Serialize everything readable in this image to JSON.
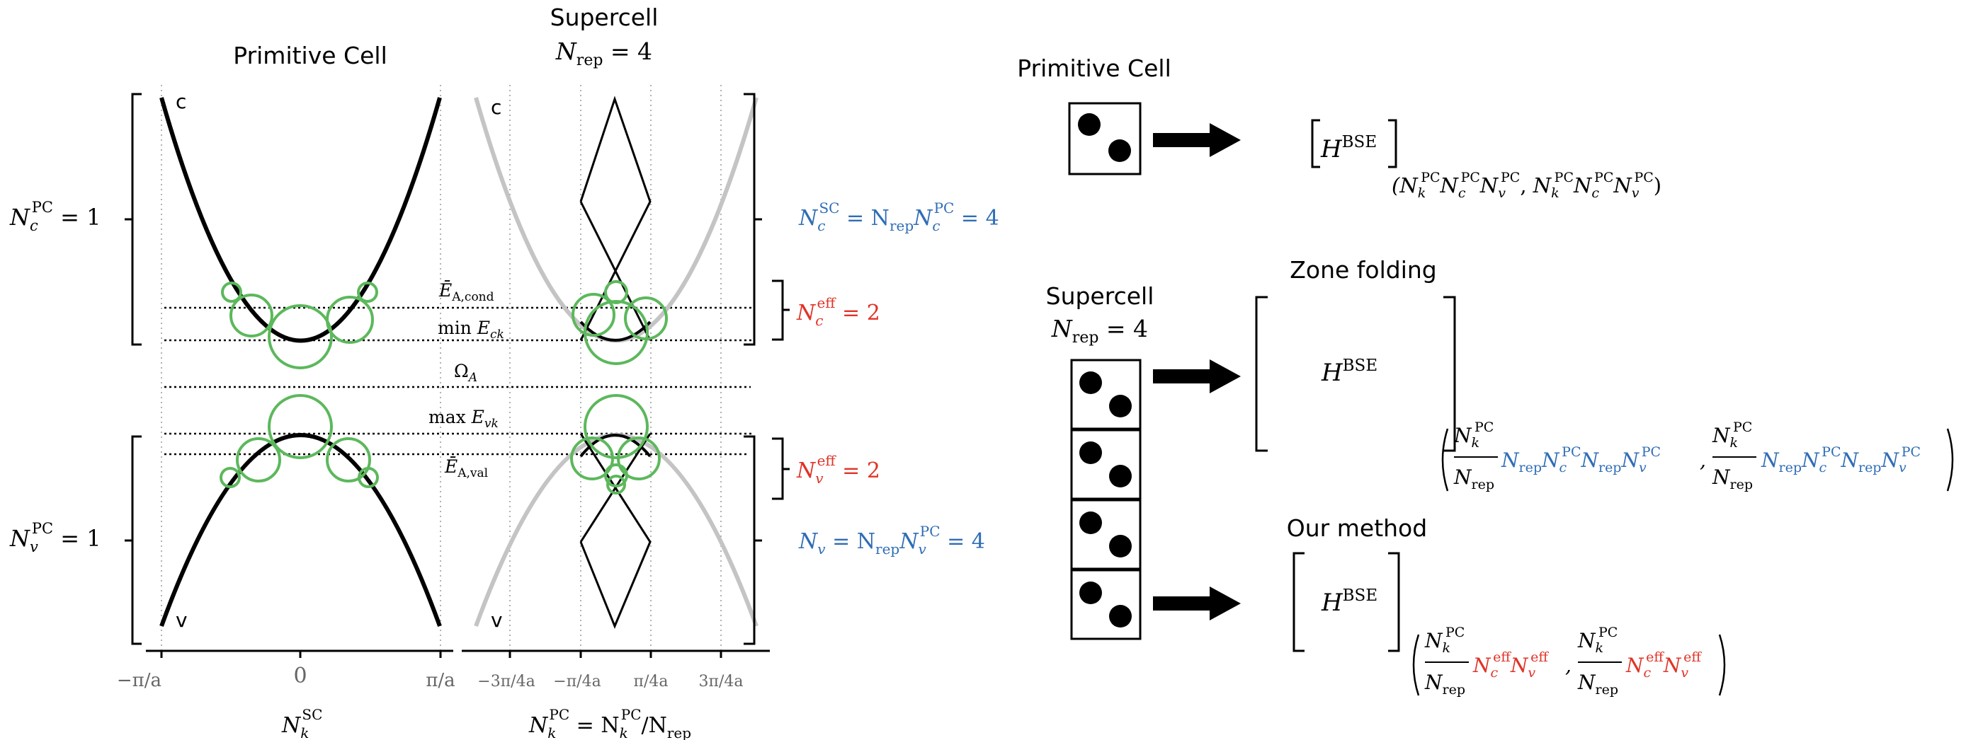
{
  "colors": {
    "black": "#000000",
    "green": "#5cb85c",
    "grey": "#c0c0c0",
    "blue": "#2f6db6",
    "red": "#e03327"
  },
  "left": {
    "pc_title": "Primitive Cell",
    "sc_title_line1": "Supercell",
    "sc_title_line2": "N",
    "sc_title_sub": "rep",
    "sc_title_eq": " = 4",
    "band_c": "c",
    "band_v": "v",
    "pc_label_c": {
      "base": "N",
      "sub": "c",
      "sup": "PC",
      "eq": " = 1"
    },
    "pc_label_v": {
      "base": "N",
      "sub": "v",
      "sup": "PC",
      "eq": " = 1"
    },
    "sc_label_c": {
      "l": "N",
      "lsub": "c",
      "lsup": "SC",
      "m": " = N",
      "msub": "rep",
      "r": "N",
      "rsub": "c",
      "rsup": "PC",
      "eq": " = 4"
    },
    "sc_label_v": {
      "l": "N",
      "lsub": "v",
      "m": " = N",
      "msub": "rep",
      "r": "N",
      "rsub": "v",
      "rsup": "PC",
      "eq": " = 4"
    },
    "eff_c": {
      "base": "N",
      "sub": "c",
      "sup": "eff",
      "eq": " = 2"
    },
    "eff_v": {
      "base": "N",
      "sub": "v",
      "sup": "eff",
      "eq": " = 2"
    },
    "level_econd": {
      "base": "Ē",
      "sub": "A,cond"
    },
    "level_minE": {
      "pre": "min ",
      "base": "E",
      "sub": "ck"
    },
    "level_omega": {
      "base": "Ω",
      "sub": "A"
    },
    "level_maxE": {
      "pre": "max ",
      "base": "E",
      "sub": "vk"
    },
    "level_eval": {
      "base": "Ē",
      "sub": "A,val"
    },
    "ticks_pc": [
      "−π/a",
      "0",
      "π/a"
    ],
    "ticks_sc": [
      "−3π/4a",
      "−π/4a",
      "π/4a",
      "3π/4a"
    ],
    "xlabel_pc": {
      "base": "N",
      "sub": "k",
      "sup": "SC"
    },
    "xlabel_sc": {
      "l": "N",
      "lsub": "k",
      "lsup": "PC",
      "m": " = N",
      "msub": "k",
      "msup": "PC",
      "r": "/N",
      "rsub": "rep"
    }
  },
  "right": {
    "pc_title": "Primitive Cell",
    "sc_title_line1": "Supercell",
    "sc_title_line2": "N",
    "sc_title_sub": "rep",
    "sc_title_eq": " = 4",
    "zone_folding": "Zone folding",
    "our_method": "Our method",
    "hbse": {
      "base": "H",
      "sup": "BSE"
    },
    "dim_pc": "(N_k^PC N_c^PC N_v^PC, N_k^PC N_c^PC N_v^PC)",
    "dim_zf": "(N_k^PC/N_rep N_rep N_c^PC N_rep N_v^PC, N_k^PC/N_rep N_rep N_c^PC N_rep N_v^PC)",
    "dim_ours": "(N_k^PC/N_rep N_c^eff N_v^eff, N_k^PC/N_rep N_c^eff N_v^eff)"
  }
}
